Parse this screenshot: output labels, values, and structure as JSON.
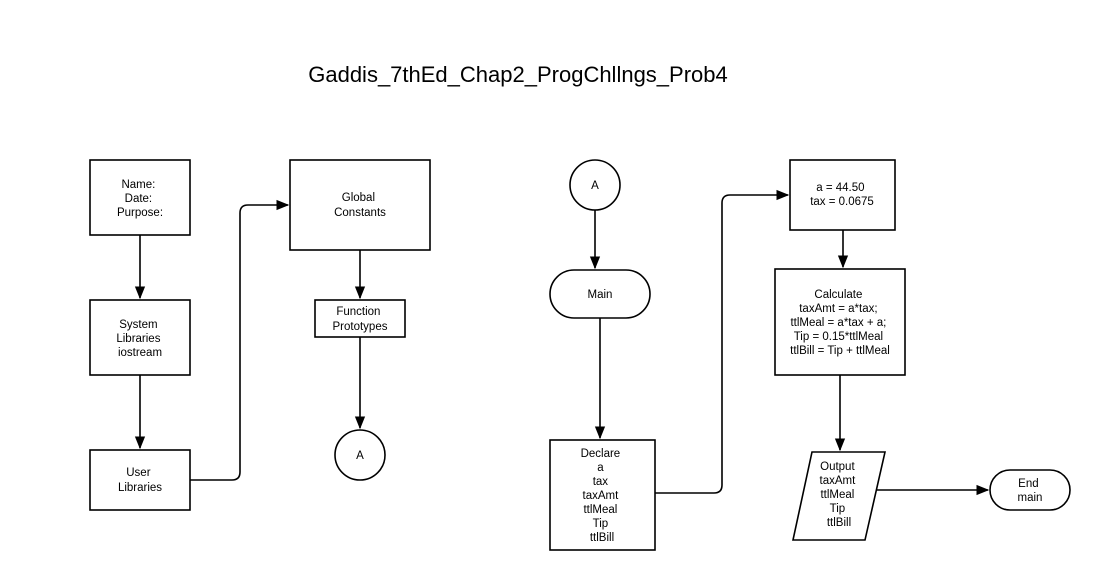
{
  "title": "Gaddis_7thEd_Chap2_ProgChllngs_Prob4",
  "colors": {
    "stroke": "#000000",
    "fill": "#ffffff",
    "text": "#000000"
  },
  "nodes": {
    "header": {
      "lines": [
        "Name:",
        "Date:",
        "Purpose:"
      ]
    },
    "system_libraries": {
      "lines": [
        "System",
        "Libraries",
        "iostream"
      ]
    },
    "user_libraries": {
      "lines": [
        "User",
        "Libraries"
      ]
    },
    "global_constants": {
      "lines": [
        "Global",
        "Constants"
      ]
    },
    "function_prototypes": {
      "lines": [
        "Function",
        "Prototypes"
      ]
    },
    "connector_out": {
      "lines": [
        "A"
      ]
    },
    "connector_in": {
      "lines": [
        "A"
      ]
    },
    "main": {
      "lines": [
        "Main"
      ]
    },
    "declare": {
      "lines": [
        "Declare",
        "a",
        "tax",
        "taxAmt",
        "ttlMeal",
        "Tip",
        "ttlBill"
      ]
    },
    "assign": {
      "lines": [
        "a = 44.50",
        "tax = 0.0675"
      ]
    },
    "calculate": {
      "lines": [
        "Calculate",
        "taxAmt = a*tax;",
        "ttlMeal = a*tax + a;",
        "Tip = 0.15*ttlMeal",
        "ttlBill = Tip + ttlMeal"
      ]
    },
    "output": {
      "lines": [
        "Output",
        "taxAmt",
        "ttlMeal",
        "Tip",
        "ttlBill"
      ]
    },
    "end": {
      "lines": [
        "End",
        "main"
      ]
    }
  }
}
